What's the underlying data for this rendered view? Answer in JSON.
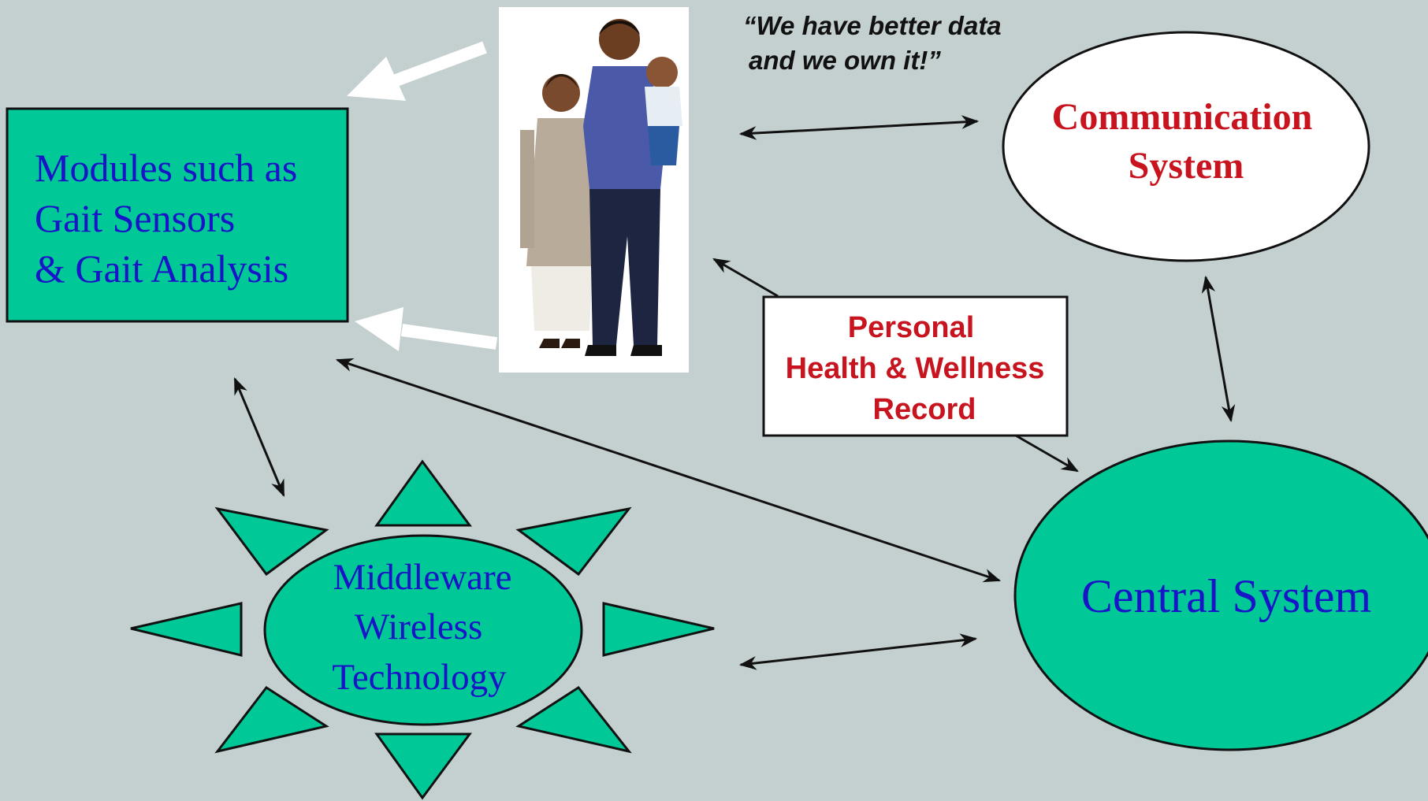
{
  "colors": {
    "background": "#c4cfcf",
    "node_fill": "#00c896",
    "node_text": "#1a14c8",
    "emphasis_text": "#c8141e",
    "white": "#ffffff",
    "outline": "#111111"
  },
  "quote": {
    "line1": "“We have better data",
    "line2": "and we own it!”"
  },
  "photo": {
    "icon": "family-photo-icon"
  },
  "modules": {
    "line1": "Modules such as",
    "line2": "Gait Sensors",
    "line3": "& Gait Analysis"
  },
  "communication": {
    "line1": "Communication",
    "line2": "System"
  },
  "record": {
    "line1": "Personal",
    "line2": "Health & Wellness",
    "line3": "Record"
  },
  "middleware": {
    "line1": "Middleware",
    "line2": "Wireless",
    "line3": "Technology"
  },
  "central": {
    "label": "Central System"
  }
}
